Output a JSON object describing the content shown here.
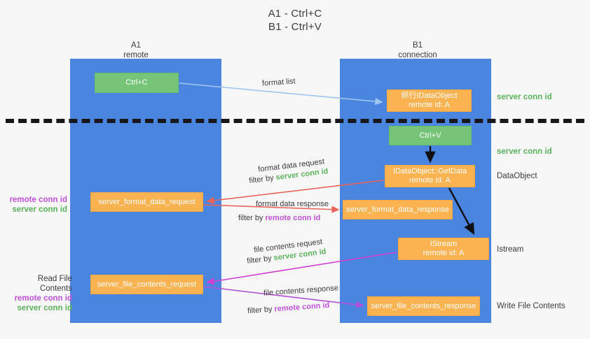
{
  "title": {
    "line1": "A1 - Ctrl+C",
    "line2": "B1 - Ctrl+V"
  },
  "colors": {
    "lane": "#4a86e0",
    "green_node": "#76c477",
    "orange_node": "#fbb250",
    "server_conn_id": "#5bb35c",
    "remote_conn_id": "#c050d8",
    "divider": "#17171c",
    "edge_blue": "#9fc6ee",
    "edge_red": "#e8645a",
    "edge_magenta": "#d13fd1",
    "edge_purple": "#b14fd8",
    "edge_black": "#111111",
    "background": "#f7f7f7"
  },
  "columns": [
    {
      "name": "A1",
      "sub": "remote"
    },
    {
      "name": "B1",
      "sub": "connection"
    }
  ],
  "nodes": {
    "ctrl_c": {
      "line1": "Ctrl+C",
      "line2": ""
    },
    "idataobject": {
      "line1": "侭行IDataObject",
      "line2": "remote id: A"
    },
    "ctrl_v": {
      "line1": "Ctrl+V",
      "line2": ""
    },
    "getdata": {
      "line1": "IDataObject::GetData",
      "line2": "remote id: A"
    },
    "server_format_data_request": {
      "line1": "server_format_data_request",
      "line2": ""
    },
    "server_format_data_response": {
      "line1": "server_format_data_response",
      "line2": ""
    },
    "istream": {
      "line1": "IStream",
      "line2": "remote id: A"
    },
    "server_file_contents_request": {
      "line1": "server_file_contents_request",
      "line2": ""
    },
    "server_file_contents_response": {
      "line1": "server_file_contents_response",
      "line2": ""
    }
  },
  "annotations": {
    "right": [
      {
        "text": "server conn id",
        "style": "green"
      },
      {
        "text": "server conn id",
        "style": "green"
      },
      {
        "text": "DataObject",
        "style": "plain"
      },
      {
        "text": "Istream",
        "style": "plain"
      },
      {
        "text": "Write File Contents",
        "style": "plain"
      }
    ],
    "left_upper": {
      "remote": "remote conn id",
      "server": "server conn id"
    },
    "left_lower": {
      "heading": "Read File Contents",
      "remote": "remote conn id",
      "server": "server conn id"
    }
  },
  "edge_labels": {
    "format_list": "format list",
    "format_data_request": "format data request",
    "format_data_request_filter_prefix": "filter by ",
    "format_data_request_filter_key": "server conn id",
    "format_data_response": "format data response",
    "format_data_response_filter_prefix": "filter by ",
    "format_data_response_filter_key": "remote conn id",
    "file_contents_request": "file contents request",
    "file_contents_request_filter_prefix": "filter by ",
    "file_contents_request_filter_key": "server conn id",
    "file_contents_response": "file contents response",
    "file_contents_response_filter_prefix": "filter by ",
    "file_contents_response_filter_key": "remote conn id"
  }
}
